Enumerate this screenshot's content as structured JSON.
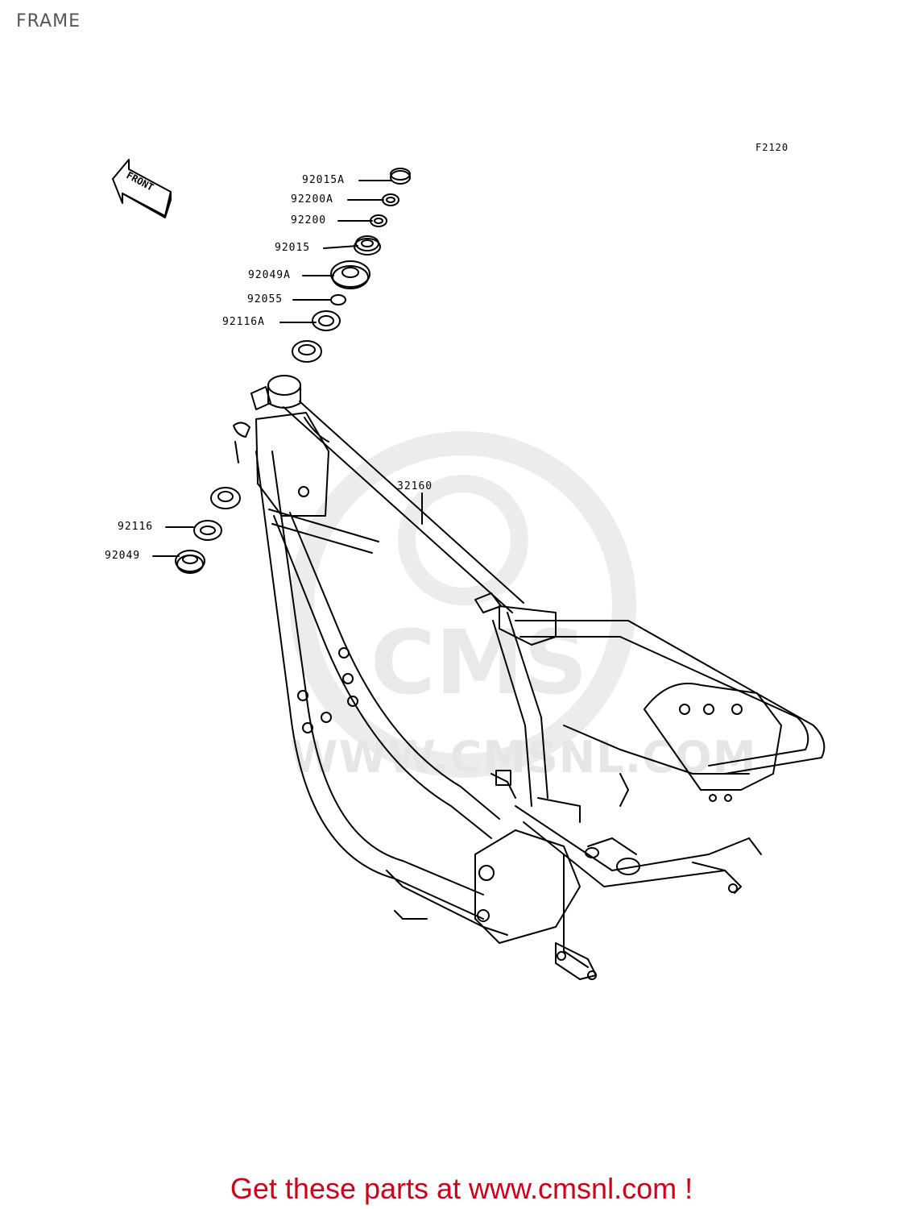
{
  "page": {
    "title": "FRAME"
  },
  "diagram": {
    "code": "F2120",
    "front_arrow_label": "FRONT",
    "parts": [
      {
        "id": "92015A"
      },
      {
        "id": "92200A"
      },
      {
        "id": "92200"
      },
      {
        "id": "92015"
      },
      {
        "id": "92049A"
      },
      {
        "id": "92055"
      },
      {
        "id": "92116A"
      },
      {
        "id": "32160"
      },
      {
        "id": "92116"
      },
      {
        "id": "92049"
      }
    ]
  },
  "watermark": {
    "text": "WWW.CMSNL.COM",
    "logo": "CMS"
  },
  "footer": {
    "link_text": "Get these parts at www.cmsnl.com !"
  }
}
